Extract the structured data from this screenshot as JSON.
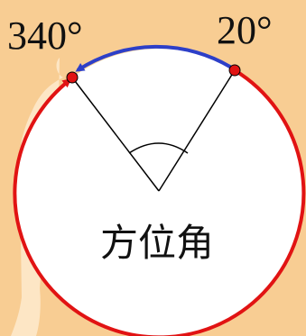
{
  "diagram": {
    "label_left": "340°",
    "label_right": "20°",
    "center_label": "方位角",
    "colors": {
      "background": "#f8cd93",
      "silhouette": "#fde6c5",
      "circle_fill": "#ffffff",
      "big_arc": "#e11313",
      "small_arc": "#2d3fc8",
      "point": "#e11313",
      "lines": "#000000"
    }
  }
}
